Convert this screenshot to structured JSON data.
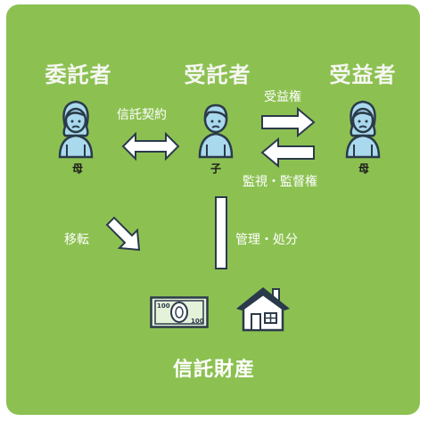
{
  "roles": {
    "settlor": "委託者",
    "trustee": "受託者",
    "beneficiary": "受益者"
  },
  "people": {
    "settlor": "母",
    "trustee": "子",
    "beneficiary": "母"
  },
  "relations": {
    "trust_contract": "信託契約",
    "beneficial_interest": "受益権",
    "supervision": "監視・監督権",
    "transfer": "移転",
    "management": "管理・処分"
  },
  "property": {
    "title": "信託財産",
    "banknote_value": "100"
  },
  "colors": {
    "background": "#8CC152",
    "role_text": "#F6F7F2",
    "person_fill": "#A9D9EC",
    "outline": "#2B3A4A"
  }
}
